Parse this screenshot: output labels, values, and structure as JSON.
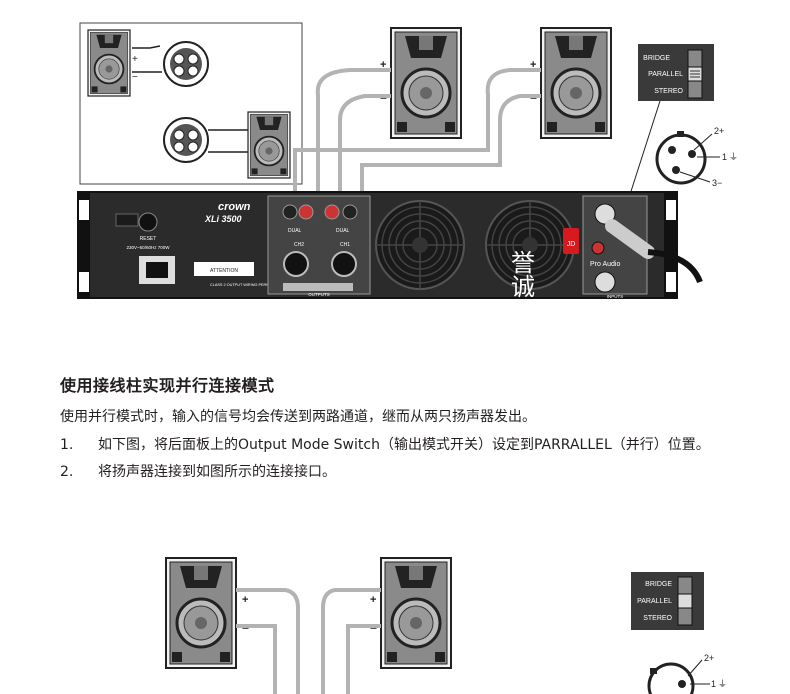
{
  "section": {
    "heading": "使用接线柱实现并行连接模式",
    "intro": "使用并行模式时，输入的信号均会传送到两路通道，继而从两只扬声器发出。",
    "steps": [
      {
        "num": "1.",
        "text": "如下图，将后面板上的Output Mode Switch（输出模式开关）设定到PARRALLEL（并行）位置。"
      },
      {
        "num": "2.",
        "text": "将扬声器连接到如图所示的连接接口。"
      }
    ]
  },
  "mode_switch": {
    "labels": [
      "BRIDGE",
      "PARALLEL",
      "STEREO"
    ]
  },
  "xlr_pins": {
    "pin2": "2+",
    "pin1": "1",
    "pin3": "3−"
  },
  "speaker_polarity": {
    "plus": "+",
    "minus": "−"
  },
  "amplifier": {
    "brand": "crown",
    "model": "XLi 3500",
    "reset_label": "RESET",
    "power_rating": "230V~50/60Hz 700W",
    "attention_label": "ATTENTION",
    "outputs_label": "OUTPUTS",
    "inputs_label": "INPUTS",
    "ch2_label": "CH2",
    "ch1_label": "CH1",
    "dual_label": "DUAL",
    "class_label": "CLASS 2 OUTPUT WIRING PERMITTED",
    "cn_brand_mark": "誉诚信",
    "jd_label": "JD",
    "jd_sub": "Pro Audio"
  },
  "colors": {
    "panel": "#2b2b2b",
    "cable": "#b3b3b3",
    "speaker_body": "#8a8a8a",
    "seal_red": "#d71920"
  }
}
